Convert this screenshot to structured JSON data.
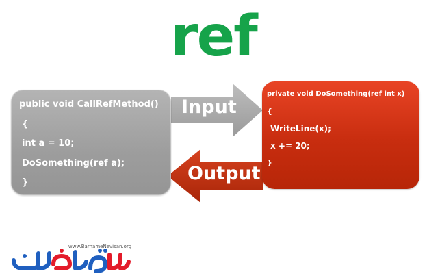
{
  "title": "ref",
  "caller": {
    "lines": [
      "public void CallRefMethod()",
      "{",
      "int a = 10;",
      "DoSomething(ref a);",
      "}"
    ]
  },
  "callee": {
    "lines": [
      "private void DoSomething(ref int x)",
      "{",
      "WriteLine(x);",
      "x += 20;",
      "}"
    ]
  },
  "arrows": {
    "input_label": "Input",
    "output_label": "Output"
  },
  "logo": {
    "site": "www.BarnameNevisan.org"
  },
  "colors": {
    "title": "#16a34a",
    "caller_box": "#a6a6a6",
    "callee_box": "#c8300f",
    "input_arrow": "#a6a6a6",
    "output_arrow": "#c0300f",
    "logo_blue": "#1f5fbf",
    "logo_red": "#e31b2a"
  }
}
